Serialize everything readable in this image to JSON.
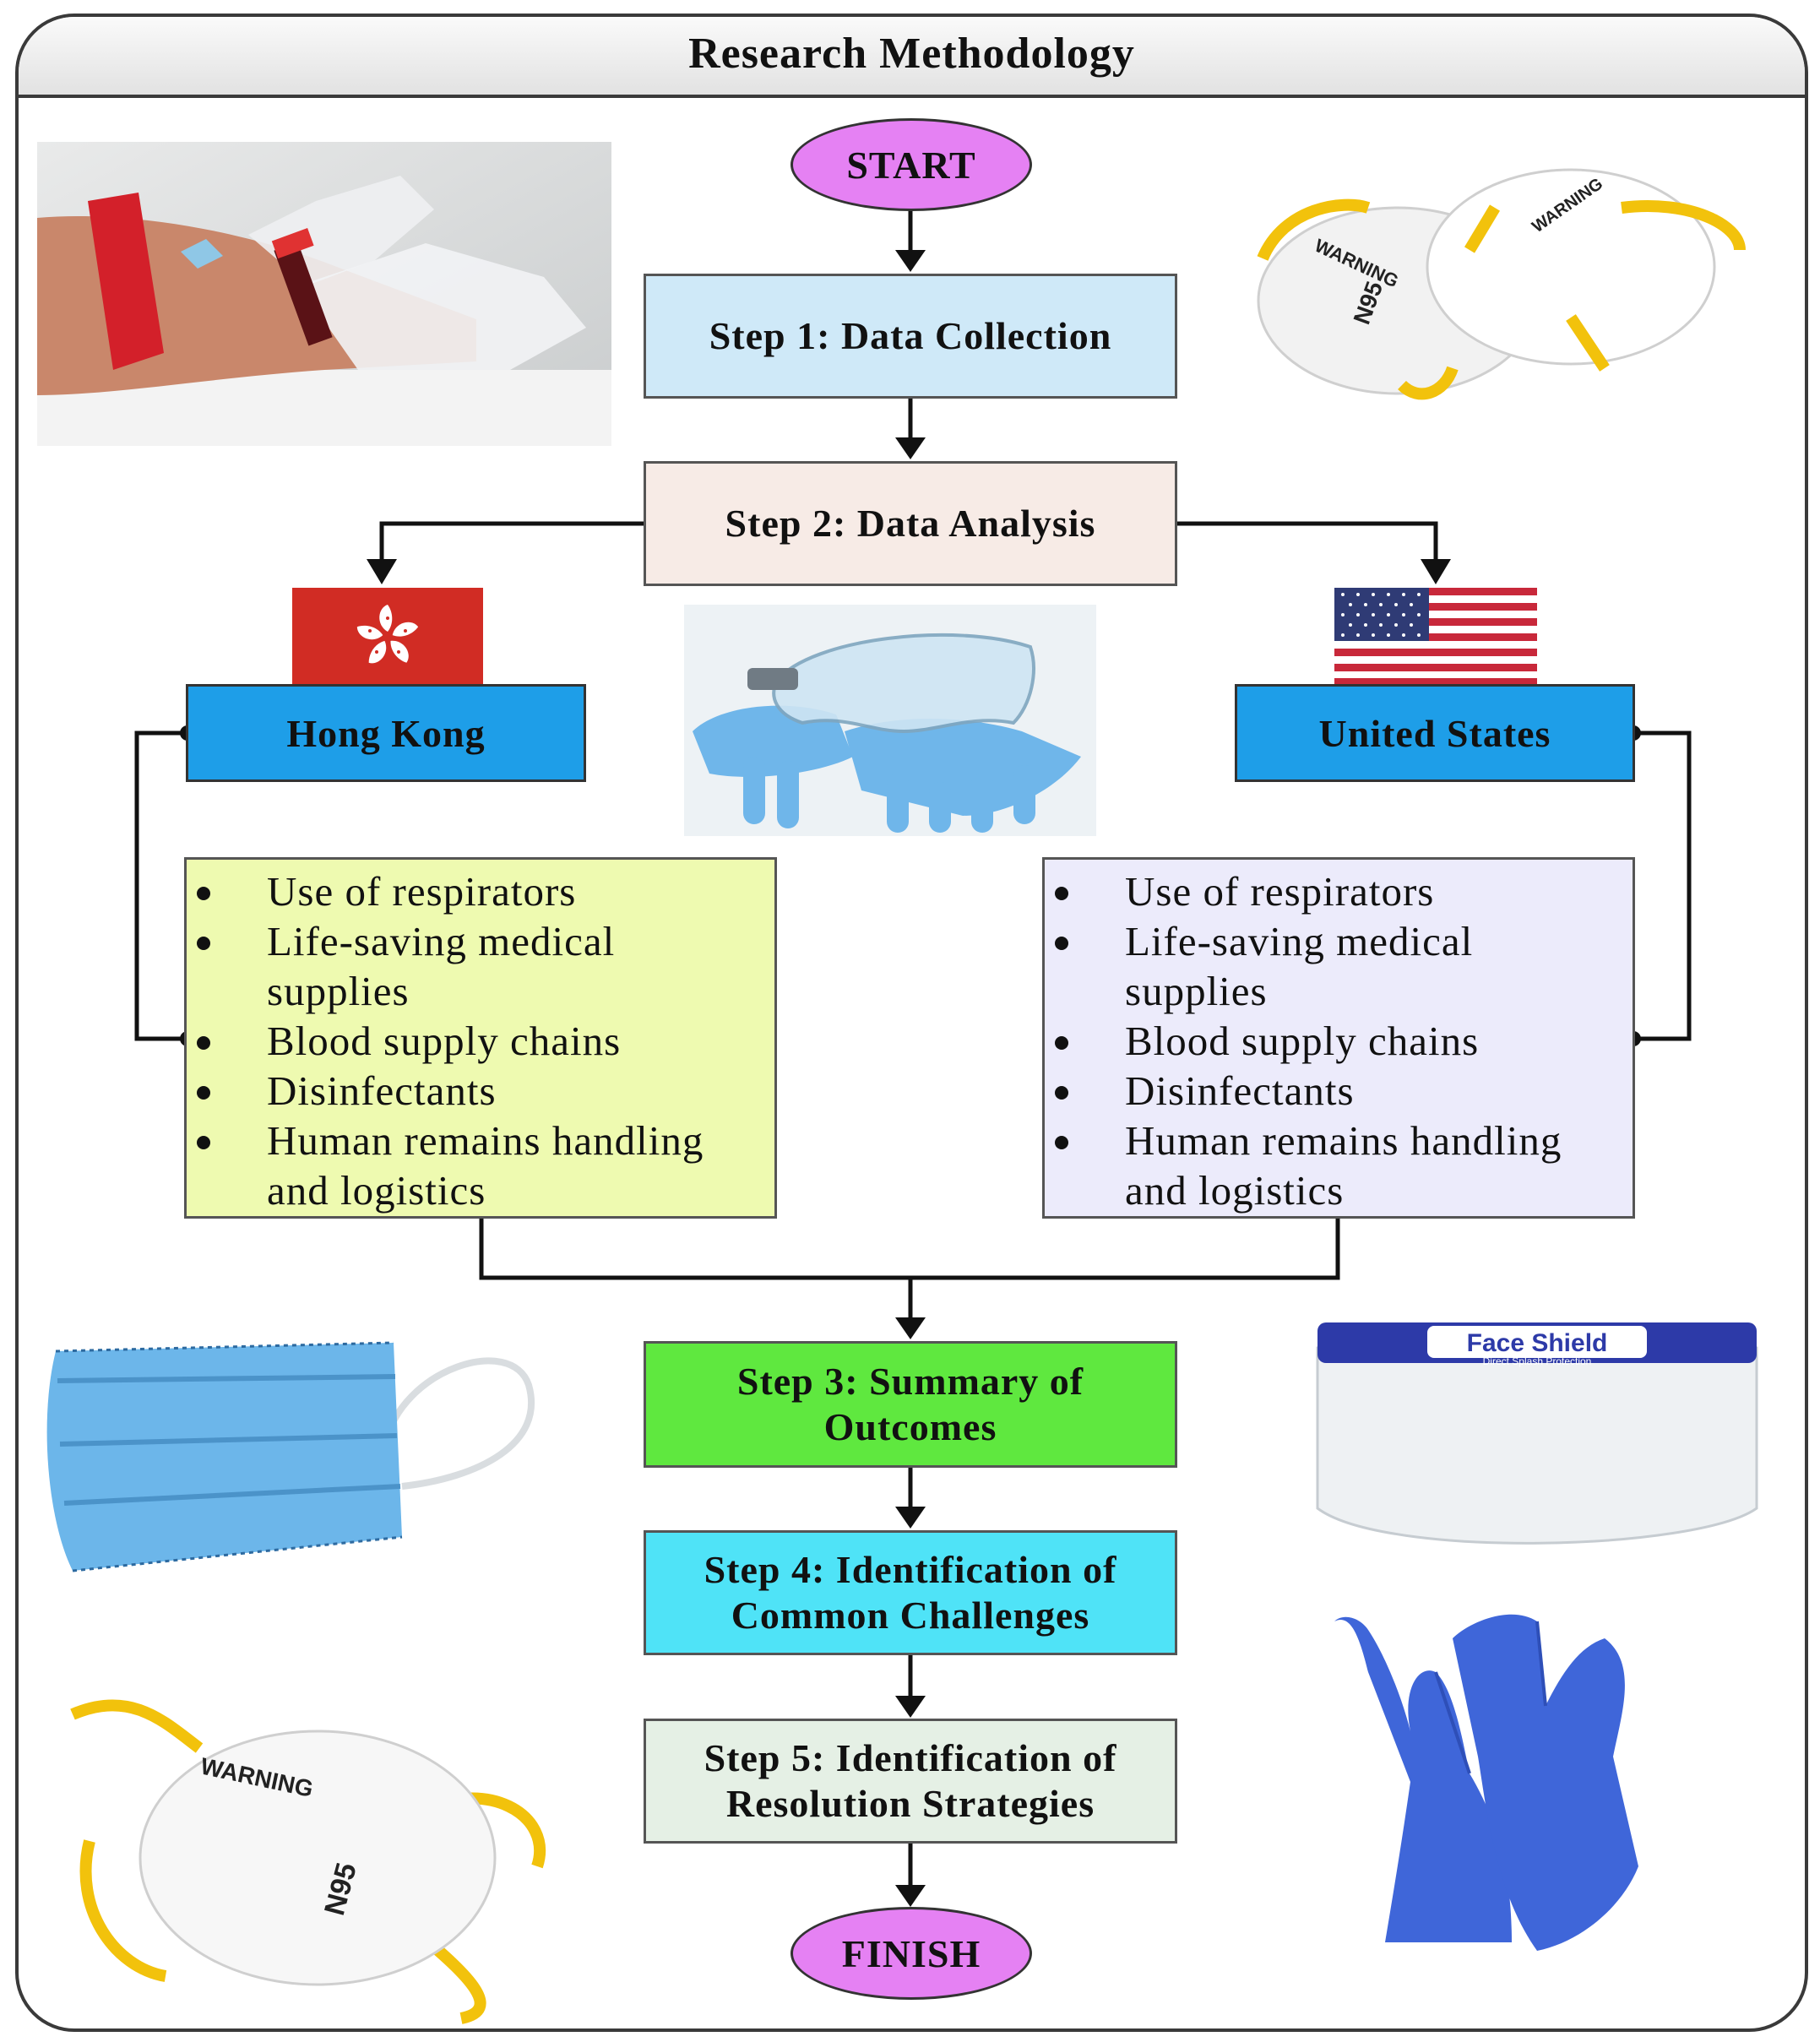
{
  "title": "Research Methodology",
  "start_label": "START",
  "finish_label": "FINISH",
  "steps": {
    "step1": "Step 1: Data Collection",
    "step2": "Step 2: Data Analysis",
    "step3": "Step 3: Summary of Outcomes",
    "step4": "Step 4: Identification of Common Challenges",
    "step5": "Step 5: Identification of Resolution Strategies"
  },
  "countries": {
    "left": "Hong Kong",
    "right": "United States"
  },
  "lists": {
    "left": [
      "Use of respirators",
      "Life-saving medical supplies",
      "Blood supply chains",
      "Disinfectants",
      "Human remains handling and logistics"
    ],
    "right": [
      "Use of respirators",
      "Life-saving medical supplies",
      "Blood supply chains",
      "Disinfectants",
      "Human remains handling and logistics"
    ]
  },
  "face_shield_text": "Face Shield",
  "face_shield_subtext": "Direct Splash Protection",
  "n95_warning_text": "WARNING",
  "n95_label": "N95",
  "colors": {
    "step1": "#cfe9f8",
    "step2": "#f7ebe6",
    "step3": "#5fe83f",
    "step4": "#4fe3f7",
    "step5": "#e5f0e5",
    "country_box": "#1e9ee8",
    "list_left": "#eefab0",
    "list_right": "#ecebfb",
    "oval": "#e581f3"
  }
}
